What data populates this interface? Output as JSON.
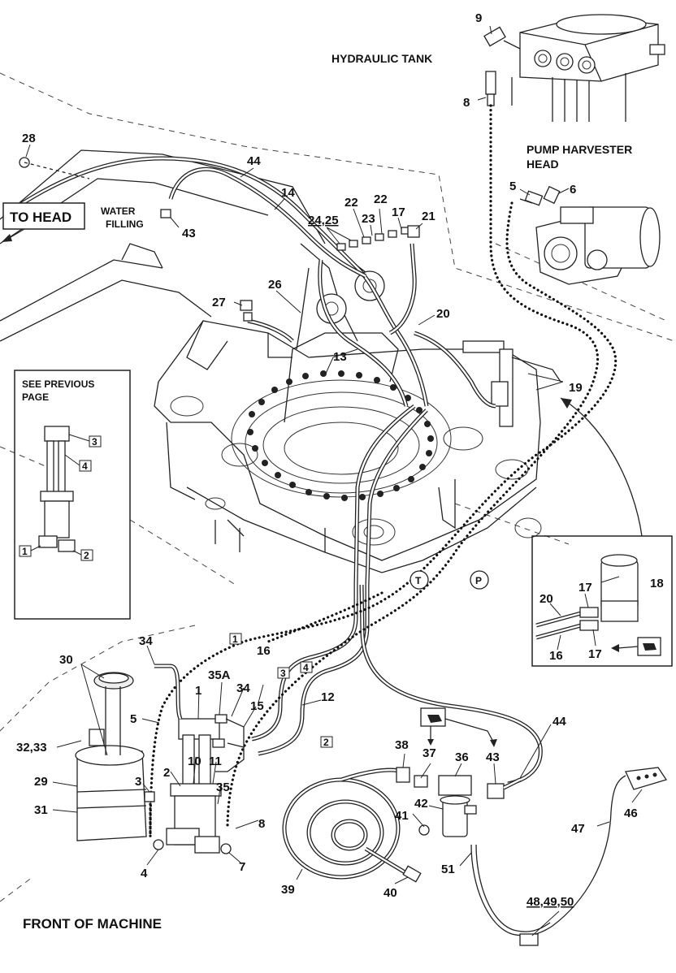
{
  "titles": {
    "hydraulic_tank": "HYDRAULIC TANK",
    "pump_line1": "PUMP HARVESTER",
    "pump_line2": "HEAD",
    "to_head": "TO HEAD",
    "water_line1": "WATER",
    "water_line2": "FILLING",
    "see_line1": "SEE PREVIOUS",
    "see_line2": "PAGE",
    "front": "FRONT OF MACHINE"
  },
  "callouts": {
    "c9": "9",
    "c8": "8",
    "c5": "5",
    "c6": "6",
    "c28": "28",
    "c44top": "44",
    "c14": "14",
    "c22a": "22",
    "c22b": "22",
    "c2425": "24,25",
    "c23": "23",
    "c17": "17",
    "c21": "21",
    "c43top": "43",
    "c26": "26",
    "c27": "27",
    "c20": "20",
    "c13": "13",
    "c19": "19",
    "c18": "18",
    "c20b": "20",
    "c17b": "17",
    "c16b": "16",
    "c17c": "17",
    "c34a": "34",
    "c30": "30",
    "c16": "16",
    "c35a": "35A",
    "c34b": "34",
    "c15": "15",
    "c1": "1",
    "c12": "12",
    "c5b": "5",
    "c3233": "32,33",
    "c29": "29",
    "c31": "31",
    "c2": "2",
    "c10": "10",
    "c11": "11",
    "c35": "35",
    "c3": "3",
    "c4": "4",
    "c7": "7",
    "c8b": "8",
    "c38": "38",
    "c37": "37",
    "c36": "36",
    "c43": "43",
    "c44": "44",
    "c42": "42",
    "c41": "41",
    "c51": "51",
    "c39": "39",
    "c40": "40",
    "c46": "46",
    "c47": "47",
    "c484950": "48,49,50"
  },
  "circle_marks": {
    "t": "T",
    "p": "P"
  },
  "boxed": {
    "b1": "1",
    "b2": "2",
    "b3": "3",
    "b4": "4",
    "inset3": "3",
    "inset4": "4",
    "inset1": "1",
    "inset2": "2"
  }
}
